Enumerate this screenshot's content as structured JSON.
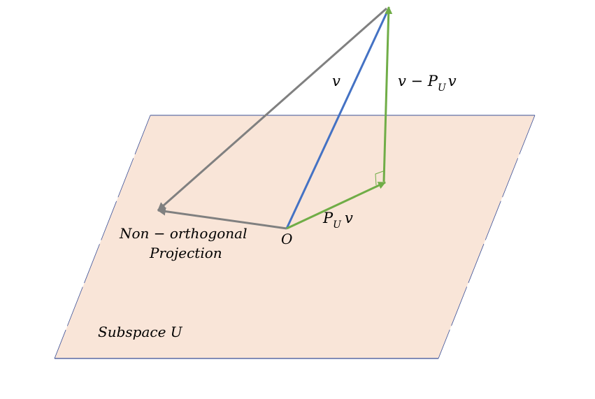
{
  "diagram": {
    "colors": {
      "plane_fill": "#f9e5d8",
      "plane_edge": "#3b4f96",
      "vector_v": "#4472c4",
      "projection": "#70ad47",
      "non_orthogonal": "#808080",
      "text": "#000000"
    },
    "labels": {
      "v": "v",
      "residual_prefix": "v − P",
      "residual_sub": "U",
      "residual_suffix": "v",
      "proj_P": "P",
      "proj_sub": "U",
      "proj_v": "v",
      "origin": "O",
      "non_orth_line1": "Non − orthogonal",
      "non_orth_line2": "Projection",
      "subspace": "Subspace U"
    }
  }
}
